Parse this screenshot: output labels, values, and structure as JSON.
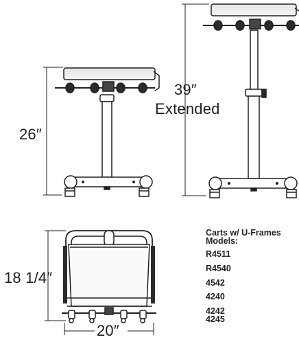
{
  "dimensions": {
    "height_standard": "26″",
    "height_extended_value": "39″",
    "height_extended_label": "Extended",
    "depth": "18 1/4″",
    "width": "20″"
  },
  "models": {
    "heading_line1": "Carts w/ U-Frames",
    "heading_line2": "Models:",
    "items": [
      "R4511",
      "R4540",
      "4542",
      "4240",
      "4242",
      "4245"
    ]
  },
  "colors": {
    "line": "#231f20",
    "tray": "#2b2b2b",
    "background": "#ffffff"
  }
}
